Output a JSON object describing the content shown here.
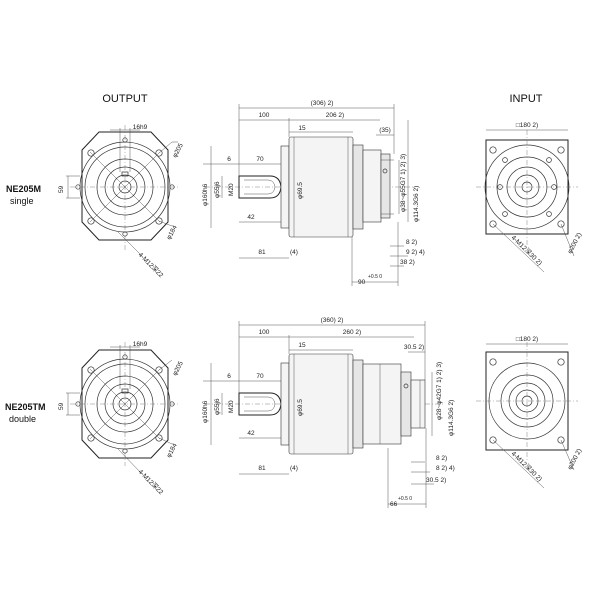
{
  "headers": {
    "output": "OUTPUT",
    "input": "INPUT"
  },
  "single": {
    "model": "NE205M",
    "type": "single",
    "output_dims": {
      "key": "16h9",
      "pcd": "φ205",
      "height": "59",
      "bolt": "4-M12深22",
      "dia": "φ184"
    },
    "side_dims": {
      "total": "(306)  2)",
      "d100": "100",
      "d206": "206  2)",
      "d15": "15",
      "d35": "(35)",
      "d6": "6",
      "d70": "70",
      "d42": "42",
      "d81": "81",
      "d4": "(4)",
      "shaft_dia": "φ55j6",
      "flange_dia": "φ160h6",
      "boss_dia": "φ69.5",
      "key_w": "M20",
      "d38": "φ38~φ55G7  1) 2) 3)",
      "d114": "φ114.3G6  2)",
      "d8": "8  2)",
      "d9": "9  2)  4)",
      "d38b": "38  2)",
      "d90": "90",
      "tol": "+0.5 0"
    },
    "input_dims": {
      "square": "□180  2)",
      "bolt": "4-M12深30  2)",
      "pcd": "φ200  2)"
    }
  },
  "double": {
    "model": "NE205TM",
    "type": "double",
    "output_dims": {
      "key": "16h9",
      "pcd": "φ205",
      "height": "59",
      "bolt": "4-M12深22",
      "dia": "φ184"
    },
    "side_dims": {
      "total": "(360)  2)",
      "d100": "100",
      "d260": "260  2)",
      "d15": "15",
      "d30": "30.5  2)",
      "d6": "6",
      "d70": "70",
      "d42": "42",
      "d81": "81",
      "d4": "(4)",
      "shaft_dia": "φ55j6",
      "flange_dia": "φ160h6",
      "boss_dia": "φ69.5",
      "key_w": "M20",
      "d28": "φ28~φ42G7  1) 2) 3)",
      "d114": "φ114.3G6  2)",
      "d8": "8  2)",
      "d8b": "8  2)  4)",
      "d66": "66",
      "tol": "+0.5 0"
    },
    "input_dims": {
      "square": "□180  2)",
      "bolt": "4-M12深30  2)",
      "pcd": "φ200  2)"
    }
  }
}
